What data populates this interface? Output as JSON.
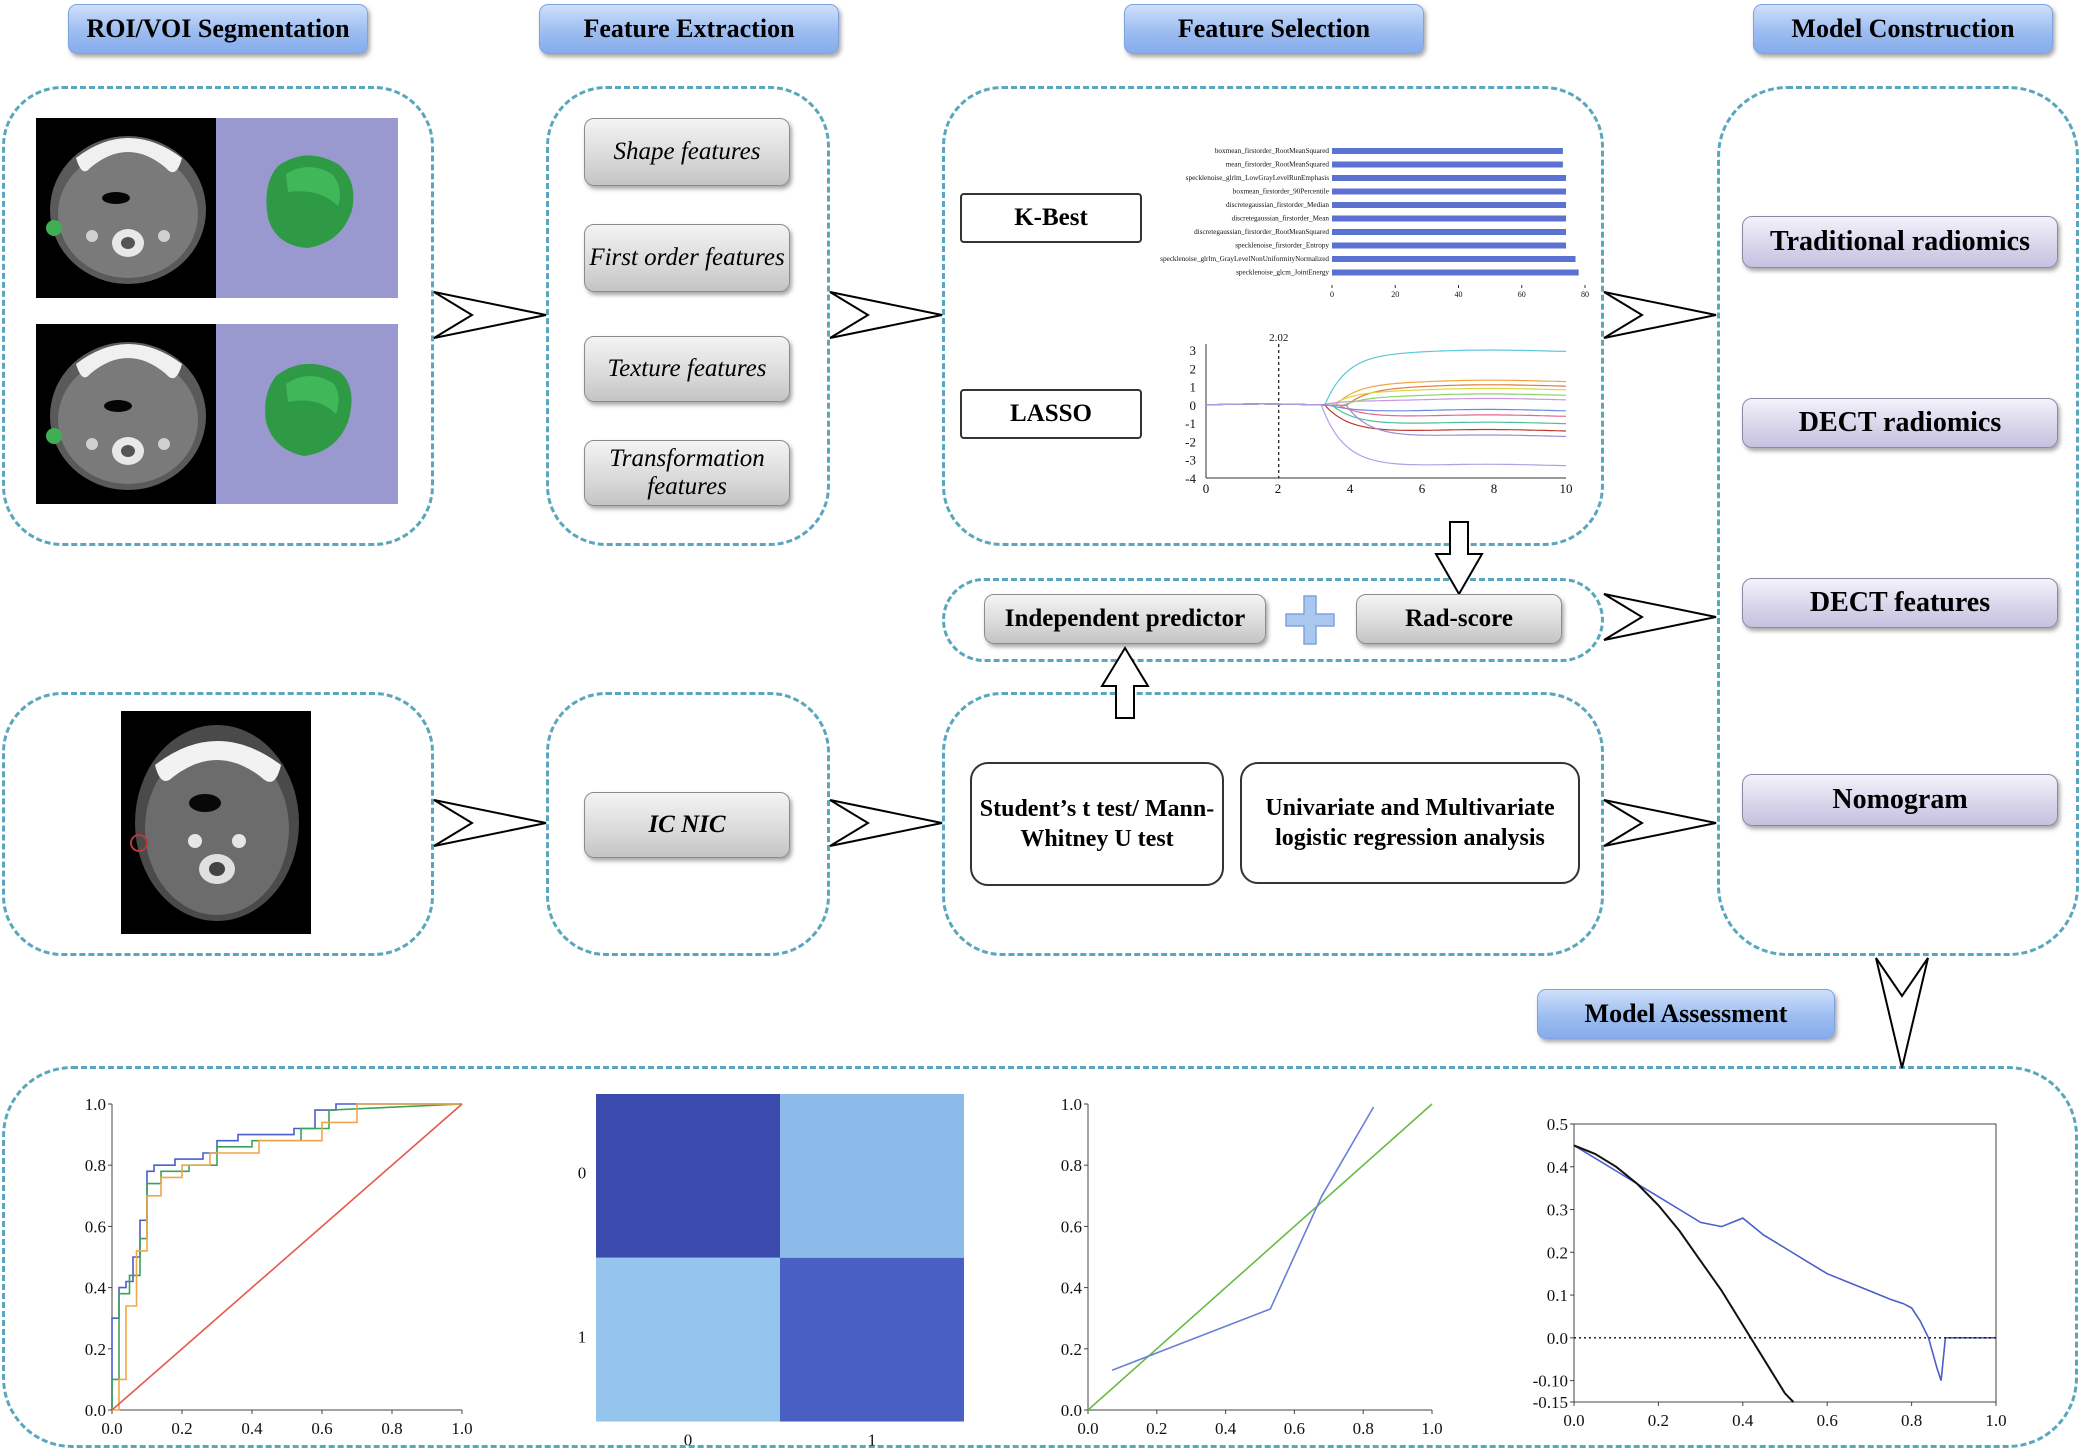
{
  "headers": {
    "segmentation": "ROI/VOI Segmentation",
    "extraction": "Feature Extraction",
    "selection": "Feature Selection",
    "construction": "Model Construction",
    "assessment": "Model Assessment"
  },
  "features": {
    "shape": "Shape features",
    "first_order": "First order features",
    "texture": "Texture features",
    "transformation": "Transformation features"
  },
  "selection": {
    "kbest": "K-Best",
    "lasso": "LASSO",
    "independent_predictor": "Independent predictor",
    "rad_score": "Rad-score",
    "ttest": "Student’s t test/ Mann-Whitney U test",
    "regression": "Univariate and Multivariate logistic regression analysis"
  },
  "ic_nic": "IC NIC",
  "models": {
    "traditional": "Traditional radiomics",
    "dect_radiomics": "DECT radiomics",
    "dect_features": "DECT features",
    "nomogram": "Nomogram"
  },
  "colors": {
    "dash_border": "#5aa7bd",
    "header_blue": "#9cbdf0",
    "bar_blue": "#5b72d0"
  },
  "chart_data": [
    {
      "id": "kbest-bars",
      "type": "bar",
      "orientation": "horizontal",
      "categories": [
        "boxmean_firstorder_RootMeanSquared",
        "mean_firstorder_RootMeanSquared",
        "specklenoise_glrlm_LowGrayLevelRunEmphasis",
        "boxmean_firstorder_90Percentile",
        "discretegaussian_firstorder_Median",
        "discretegaussian_firstorder_Mean",
        "discretegaussian_firstorder_RootMeanSquared",
        "specklenoise_firstorder_Entropy",
        "specklenoise_glrlm_GrayLevelNonUniformityNormalized",
        "specklenoise_glcm_JointEnergy"
      ],
      "values": [
        73,
        73,
        74,
        74,
        74,
        74,
        74,
        74,
        77,
        78
      ],
      "xticks": [
        0,
        20,
        40,
        60,
        80
      ],
      "xlim": [
        0,
        80
      ]
    },
    {
      "id": "lasso-path",
      "type": "line",
      "xlim": [
        0,
        10
      ],
      "ylim": [
        -4,
        3
      ],
      "xticks": [
        0,
        2,
        4,
        6,
        8,
        10
      ],
      "yticks": [
        3,
        2,
        1,
        0,
        -1,
        -2,
        -3,
        -4
      ],
      "vline": 2.02,
      "vline_label": "2.02",
      "series": [
        {
          "color": "#5bc8d8",
          "final": 2.95,
          "onset": 3.3
        },
        {
          "color": "#f2a640",
          "final": 1.3,
          "onset": 3.6
        },
        {
          "color": "#e07a4a",
          "final": 1.05,
          "onset": 3.9
        },
        {
          "color": "#d8d83c",
          "final": 0.85,
          "onset": 3.5
        },
        {
          "color": "#8bd46a",
          "final": 0.55,
          "onset": 3.8
        },
        {
          "color": "#c996e0",
          "final": 0.3,
          "onset": 3.2
        },
        {
          "color": "#6a8be0",
          "final": -0.3,
          "onset": 3.4
        },
        {
          "color": "#e06a8c",
          "final": -0.6,
          "onset": 3.7
        },
        {
          "color": "#4fbf9a",
          "final": -1.0,
          "onset": 3.5
        },
        {
          "color": "#c0392b",
          "final": -1.4,
          "onset": 3.3
        },
        {
          "color": "#a08ad8",
          "final": -1.7,
          "onset": 3.9
        },
        {
          "color": "#b0a0e8",
          "final": -3.3,
          "onset": 3.2
        }
      ]
    },
    {
      "id": "roc-curve",
      "type": "line",
      "xlim": [
        0,
        1
      ],
      "ylim": [
        0,
        1
      ],
      "xticks": [
        0.0,
        0.2,
        0.4,
        0.6,
        0.8,
        1.0
      ],
      "yticks": [
        0.0,
        0.2,
        0.4,
        0.6,
        0.8,
        1.0
      ],
      "series": [
        {
          "color": "#4a5fc8",
          "x": [
            0,
            0,
            0.02,
            0.02,
            0.04,
            0.04,
            0.06,
            0.06,
            0.08,
            0.08,
            0.1,
            0.1,
            0.12,
            0.12,
            0.18,
            0.18,
            0.26,
            0.26,
            0.3,
            0.3,
            0.36,
            0.36,
            0.52,
            0.52,
            0.58,
            0.58,
            0.64,
            0.64,
            1.0
          ],
          "y": [
            0,
            0.3,
            0.3,
            0.4,
            0.4,
            0.42,
            0.42,
            0.5,
            0.5,
            0.62,
            0.62,
            0.78,
            0.78,
            0.8,
            0.8,
            0.82,
            0.82,
            0.84,
            0.84,
            0.88,
            0.88,
            0.9,
            0.9,
            0.92,
            0.92,
            0.98,
            0.98,
            1.0,
            1.0
          ]
        },
        {
          "color": "#3aa35a",
          "x": [
            0,
            0,
            0.02,
            0.02,
            0.05,
            0.05,
            0.08,
            0.08,
            0.1,
            0.1,
            0.14,
            0.14,
            0.22,
            0.22,
            0.3,
            0.3,
            0.4,
            0.4,
            0.54,
            0.54,
            0.62,
            0.62,
            1.0
          ],
          "y": [
            0,
            0.1,
            0.1,
            0.38,
            0.38,
            0.44,
            0.44,
            0.56,
            0.56,
            0.74,
            0.74,
            0.78,
            0.78,
            0.8,
            0.8,
            0.86,
            0.86,
            0.88,
            0.88,
            0.92,
            0.92,
            0.98,
            1.0
          ]
        },
        {
          "color": "#f0a648",
          "x": [
            0,
            0.02,
            0.02,
            0.04,
            0.04,
            0.07,
            0.07,
            0.1,
            0.1,
            0.14,
            0.14,
            0.2,
            0.2,
            0.28,
            0.28,
            0.42,
            0.42,
            0.6,
            0.6,
            0.7,
            0.7,
            1.0
          ],
          "y": [
            0,
            0,
            0.1,
            0.1,
            0.34,
            0.34,
            0.52,
            0.52,
            0.7,
            0.7,
            0.76,
            0.76,
            0.8,
            0.8,
            0.84,
            0.84,
            0.88,
            0.88,
            0.94,
            0.94,
            1.0,
            1.0
          ]
        },
        {
          "color": "#e25a4a",
          "x": [
            0,
            1
          ],
          "y": [
            0,
            1
          ]
        }
      ]
    },
    {
      "id": "confusion-matrix",
      "type": "heatmap",
      "x_labels": [
        "0",
        "1"
      ],
      "y_labels": [
        "0",
        "1"
      ],
      "colors": [
        [
          "#3a4aad",
          "#8cbbea"
        ],
        [
          "#95c5ec",
          "#4a5fc4"
        ]
      ]
    },
    {
      "id": "calibration-curve",
      "type": "line",
      "xlim": [
        0,
        1
      ],
      "ylim": [
        0,
        1
      ],
      "xticks": [
        0.0,
        0.2,
        0.4,
        0.6,
        0.8,
        1.0
      ],
      "yticks": [
        0.0,
        0.2,
        0.4,
        0.6,
        0.8,
        1.0
      ],
      "series": [
        {
          "color": "#66bb44",
          "x": [
            0,
            1
          ],
          "y": [
            0,
            1
          ]
        },
        {
          "color": "#6a7fd8",
          "x": [
            0.07,
            0.53,
            0.68,
            0.83
          ],
          "y": [
            0.13,
            0.33,
            0.7,
            0.99
          ]
        }
      ]
    },
    {
      "id": "decision-curve",
      "type": "line",
      "xlim": [
        0,
        1
      ],
      "ylim": [
        -0.15,
        0.5
      ],
      "xticks": [
        0.0,
        0.2,
        0.4,
        0.6,
        0.8,
        1.0
      ],
      "yticks": [
        0.5,
        0.4,
        0.3,
        0.2,
        0.1,
        0.0,
        -0.1,
        -0.15
      ],
      "series": [
        {
          "color": "#4a5fc8",
          "x": [
            0,
            0.05,
            0.1,
            0.15,
            0.2,
            0.25,
            0.3,
            0.35,
            0.4,
            0.45,
            0.5,
            0.55,
            0.6,
            0.65,
            0.7,
            0.75,
            0.78,
            0.8,
            0.82,
            0.84,
            0.86,
            0.87,
            0.88,
            0.9,
            1.0
          ],
          "y": [
            0.45,
            0.42,
            0.39,
            0.36,
            0.33,
            0.3,
            0.27,
            0.26,
            0.28,
            0.24,
            0.21,
            0.18,
            0.15,
            0.13,
            0.11,
            0.09,
            0.08,
            0.07,
            0.04,
            0.0,
            -0.07,
            -0.1,
            0.0,
            0.0,
            0.0
          ]
        },
        {
          "color": "#111111",
          "x": [
            0,
            0.05,
            0.1,
            0.15,
            0.2,
            0.25,
            0.3,
            0.35,
            0.4,
            0.45,
            0.5,
            0.52
          ],
          "y": [
            0.45,
            0.43,
            0.4,
            0.36,
            0.31,
            0.25,
            0.18,
            0.11,
            0.03,
            -0.05,
            -0.13,
            -0.15
          ]
        },
        {
          "color": "#111111",
          "dashed": true,
          "x": [
            0,
            1
          ],
          "y": [
            0,
            0
          ]
        }
      ]
    }
  ]
}
